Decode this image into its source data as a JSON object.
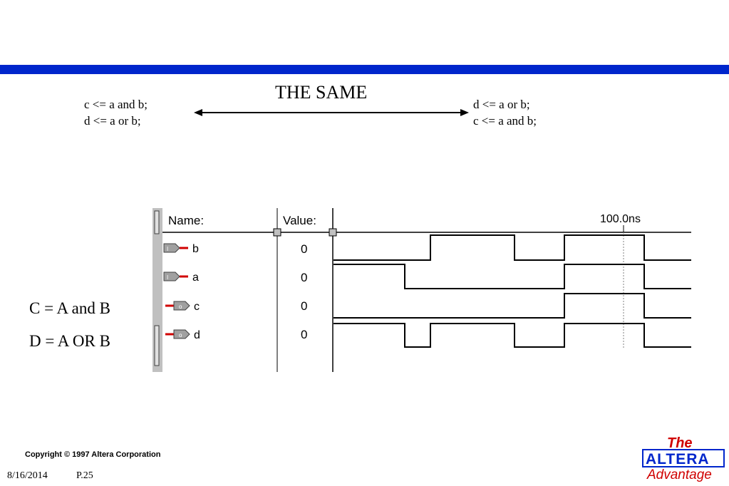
{
  "slide": {
    "title": "THE SAME",
    "left_code": [
      "c <= a and b;",
      "d <= a or b;"
    ],
    "right_code": [
      "d <= a or b;",
      "c <= a and b;"
    ],
    "equations": [
      "C = A and B",
      "D = A OR B"
    ],
    "copyright": "Copyright © 1997 Altera Corporation",
    "date": "8/16/2014",
    "page": "P.25",
    "accent_color": "#0026cc"
  },
  "waveform": {
    "name_header": "Name:",
    "value_header": "Value:",
    "time_marker": "100.0ns",
    "signals": [
      {
        "name": "b",
        "type": "input",
        "value": "0",
        "levels": [
          0,
          1,
          0,
          1,
          0
        ]
      },
      {
        "name": "a",
        "type": "input",
        "value": "0",
        "levels": [
          1,
          0,
          1,
          0
        ]
      },
      {
        "name": "c",
        "type": "output",
        "value": "0",
        "levels": [
          0,
          1,
          0
        ]
      },
      {
        "name": "d",
        "type": "output",
        "value": "0",
        "levels": [
          1,
          0,
          1,
          0,
          1,
          0
        ]
      }
    ]
  },
  "logo": {
    "the": "The",
    "brand": "ALTERA",
    "tagline": "Advantage"
  }
}
